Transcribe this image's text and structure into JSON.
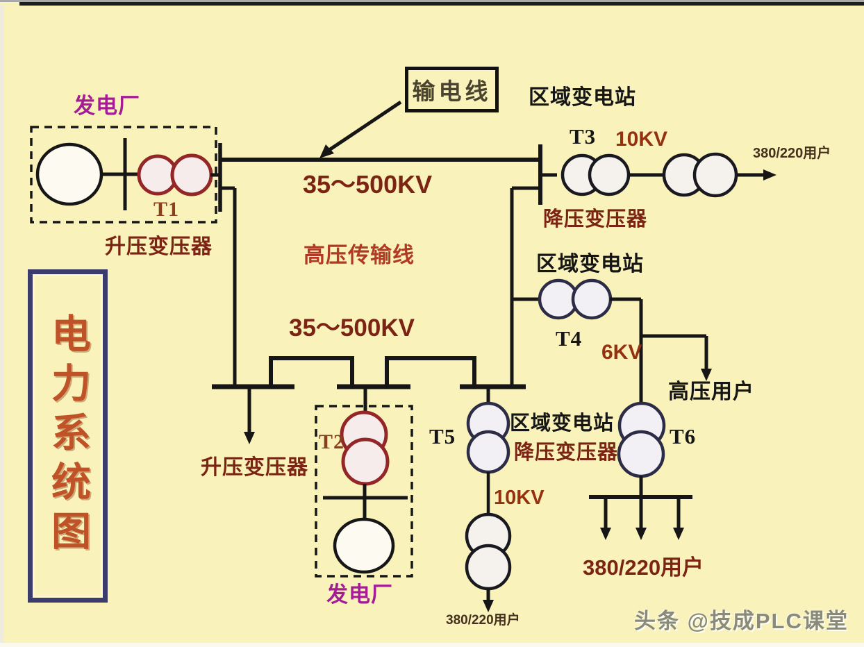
{
  "colors": {
    "bg": "#f9f2ba",
    "ink": "#161616",
    "maroon": "#7c2413",
    "red-mid": "#b03a25",
    "kv": "#943110",
    "magenta": "#a51d96",
    "tr-red": "#932626",
    "tr-red-fill": "#f7ecec",
    "tr-black": "#19191f",
    "tr-dark": "#2c2c46",
    "title-color": "#bf5226",
    "title-border": "#3c3c6c",
    "box-text": "#4a4330",
    "t-label-red": "#8a4020",
    "users-small": "#44301c",
    "watermark": "#8a8a7a"
  },
  "title_panel": {
    "text": "电力系统图"
  },
  "top_plant": {
    "label": "发电厂",
    "transformer": "T1",
    "caption": "升压变压器"
  },
  "transmission": {
    "box_label": "输电线",
    "kv_top": "35～500KV",
    "hv_line_label": "高压传输线",
    "kv_mid": "35～500KV"
  },
  "substation_t3": {
    "title": "区域变电站",
    "transformer": "T3",
    "kv": "10KV",
    "users": "380/220用户",
    "caption": "降压变压器"
  },
  "substation_t4": {
    "title": "区域变电站",
    "transformer": "T4",
    "kv": "6KV",
    "hv_users": "高压用户"
  },
  "substation_t5": {
    "title": "区域变电站",
    "caption": "降压变压器",
    "transformer": "T5",
    "kv": "10KV",
    "users": "380/220用户"
  },
  "bottom_plant": {
    "label": "发电厂",
    "transformer": "T2",
    "caption": "升压变压器"
  },
  "t6_branch": {
    "transformer": "T6",
    "users": "380/220用户"
  },
  "watermark": "头条 @技成PLC课堂"
}
